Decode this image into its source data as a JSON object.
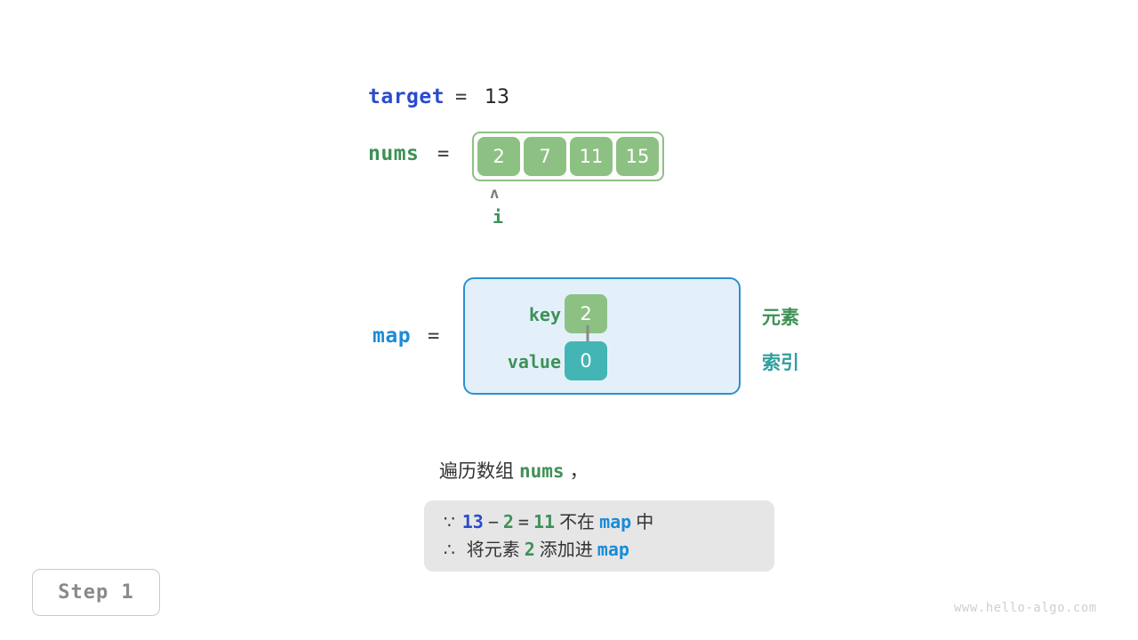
{
  "target": {
    "label": "target",
    "equals": "=",
    "value": "13"
  },
  "nums": {
    "label": "nums",
    "equals": "=",
    "cells": [
      "2",
      "7",
      "11",
      "15"
    ],
    "pointer": {
      "caret": "ʌ",
      "label": "i",
      "index": 0
    }
  },
  "map": {
    "label": "map",
    "equals": "=",
    "key_label": "key",
    "value_label": "value",
    "entries": [
      {
        "key": "2",
        "value": "0"
      }
    ],
    "annotations": {
      "element": "元素",
      "index": "索引"
    }
  },
  "caption": {
    "prefix": "遍历数组",
    "keyword": "nums",
    "suffix": "，"
  },
  "explanation": {
    "line1": {
      "symbol": "∵",
      "a": "13",
      "minus": "−",
      "b": "2",
      "eq": "=",
      "result": "11",
      "text_mid": "不在",
      "map_kw": "map",
      "text_end": "中"
    },
    "line2": {
      "symbol": "∴",
      "text_start": "将元素",
      "element": "2",
      "text_mid": "添加进",
      "map_kw": "map"
    }
  },
  "step": {
    "badge": "Step 1"
  },
  "watermark": "www.hello-algo.com",
  "colors": {
    "array_cell": "#8cc183",
    "map_value_cell": "#44b5b5",
    "map_box_fill": "#e3f0fa",
    "map_box_border": "#2e8fd0",
    "target_blue": "#2a4bd0",
    "nums_green": "#3e9156",
    "map_blue": "#1a8cd8",
    "explain_box": "#e6e6e6",
    "arrow_gray": "#8a8a8a"
  }
}
